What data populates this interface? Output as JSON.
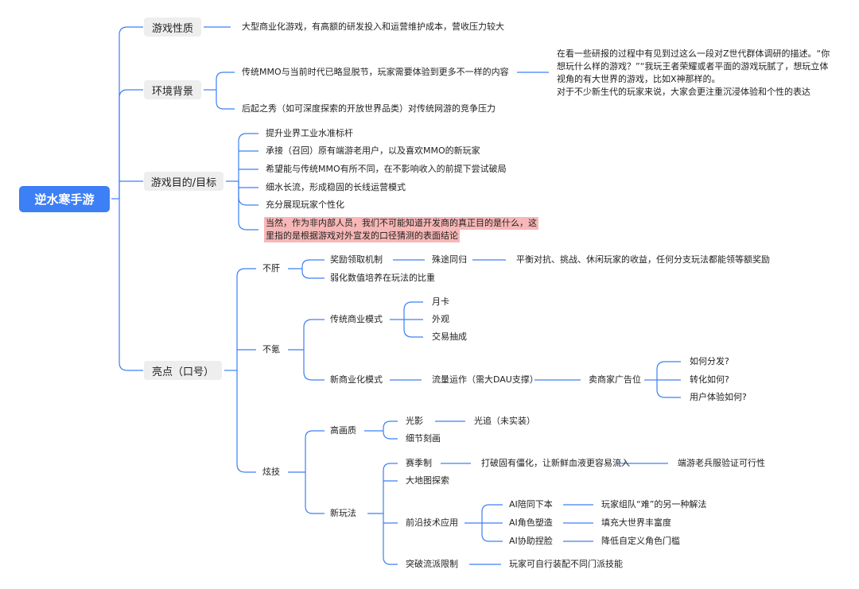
{
  "root": "逆水寒手游",
  "branches": {
    "nature": {
      "label": "游戏性质",
      "text": "大型商业化游戏，有高额的研发投入和运营维护成本，营收压力较大"
    },
    "background": {
      "label": "环境背景",
      "item1": "传统MMO与当前时代已略显脱节，玩家需要体验到更多不一样的内容",
      "item1_note": [
        "在看一些研报的过程中有见到过这么一段对Z世代群体调研的描述。“你",
        "想玩什么样的游戏？”“我玩王者荣耀或者平面的游戏玩腻了，想玩立体",
        "视角的有大世界的游戏，比如X神那样的。",
        "对于不少新生代的玩家来说，大家会更注重沉浸体验和个性的表达"
      ],
      "item2": "后起之秀（如可深度探索的开放世界品类）对传统网游的竞争压力"
    },
    "goals": {
      "label": "游戏目的/目标",
      "items": [
        "提升业界工业水准标杆",
        "承接（召回）原有端游老用户，以及喜欢MMO的新玩家",
        "希望能与传统MMO有所不同，在不影响收入的前提下尝试破局",
        "细水长流，形成稳固的长线运营模式",
        "充分展现玩家个性化"
      ],
      "note_lines": [
        "当然，作为非内部人员，我们不可能知道开发商的真正目的是什么，这",
        "里指的是根据游戏对外宣发的口径猜测的表面结论"
      ]
    },
    "highlights": {
      "label": "亮点（口号）",
      "nogan": {
        "label": "不肝",
        "reward": "奖励领取机制",
        "reward_sub": "殊途同归",
        "reward_sub2": "平衡对抗、挑战、休闲玩家的收益，任何分支玩法都能领等额奖励",
        "weaken": "弱化数值培养在玩法的比重"
      },
      "nokr": {
        "label": "不氪",
        "traditional": "传统商业模式",
        "trad_items": [
          "月卡",
          "外观",
          "交易抽成"
        ],
        "newbiz": "新商业化模式",
        "traffic": "流量运作（需大DAU支撑）",
        "ads": "卖商家广告位",
        "ads_items": [
          "如何分发?",
          "转化如何?",
          "用户体验如何?"
        ]
      },
      "tech": {
        "label": "炫技",
        "quality": "高画质",
        "light": "光影",
        "raytrace": "光追（未实装）",
        "detail": "细节刻画",
        "newplay": "新玩法",
        "season": "赛季制",
        "season_sub": "打破固有僵化，让新鲜血液更容易流入",
        "season_sub2": "端游老兵服验证可行性",
        "bigmap": "大地图探索",
        "frontier": "前沿技术应用",
        "ai_items": [
          {
            "label": "AI陪同下本",
            "sub": "玩家组队“难”的另一种解法"
          },
          {
            "label": "AI角色塑造",
            "sub": "填充大世界丰富度"
          },
          {
            "label": "AI协助捏脸",
            "sub": "降低自定义角色门槛"
          }
        ],
        "faction": "突破流派限制",
        "faction_sub": "玩家可自行装配不同门派技能"
      }
    }
  }
}
